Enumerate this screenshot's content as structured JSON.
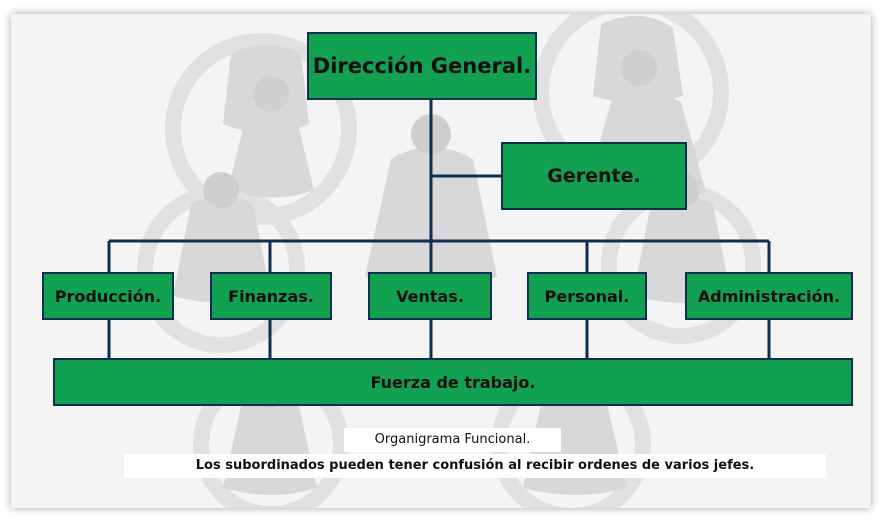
{
  "diagram": {
    "nodes": {
      "direccion": "Dirección General.",
      "gerente": "Gerente.",
      "produccion": "Producción.",
      "finanzas": "Finanzas.",
      "ventas": "Ventas.",
      "personal": "Personal.",
      "administracion": "Administración.",
      "fuerza": "Fuerza de trabajo."
    },
    "caption": {
      "title": "Organigrama Funcional.",
      "note": "Los subordinados pueden tener confusión al recibir ordenes de varios jefes."
    },
    "colors": {
      "box_fill": "#12a150",
      "box_border": "#0d2f52",
      "connector": "#0d2f52",
      "background": "#f4f4f4",
      "illustration": "#d9d9d9"
    }
  }
}
